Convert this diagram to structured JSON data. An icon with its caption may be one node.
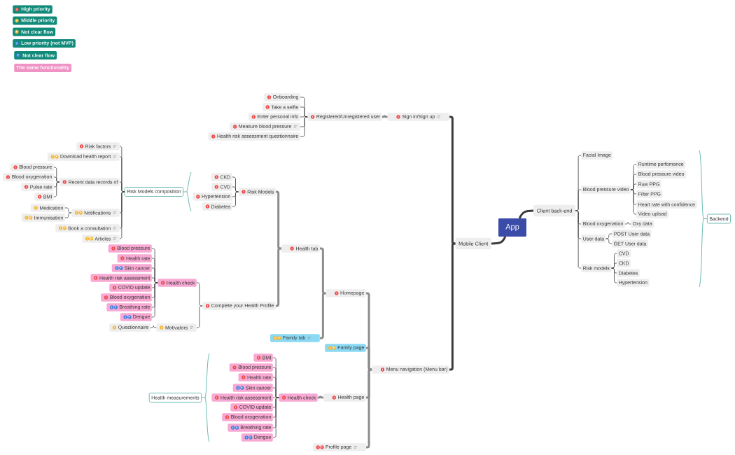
{
  "diagram": {
    "nodes": [
      {
        "text": [
          "App"
        ]
      },
      {
        "text": [
          "Mobile Client"
        ]
      },
      {
        "text": [
          "Sign in/Sign up"
        ]
      },
      {
        "text": [
          "Registered/Unregistered user"
        ]
      },
      {
        "text": [
          "Onboarding"
        ]
      },
      {
        "text": [
          "Take a selfie"
        ]
      },
      {
        "text": [
          "Enter personal info"
        ]
      },
      {
        "text": [
          "Measure blood pressure"
        ]
      },
      {
        "text": [
          "Health risk assessment questionnaire"
        ]
      },
      {
        "text": [
          "Menu navigation (Menu bar)"
        ]
      },
      {
        "text": [
          "Homepage"
        ]
      },
      {
        "text": [
          "Health tab"
        ]
      },
      {
        "text": [
          "Risk Models"
        ]
      },
      {
        "text": [
          "CKD"
        ]
      },
      {
        "text": [
          "CVD"
        ]
      },
      {
        "text": [
          "Hypertension"
        ]
      },
      {
        "text": [
          "Diabetes"
        ]
      },
      {
        "text": [
          "Risk Models composition"
        ]
      },
      {
        "text": [
          "Risk factors"
        ]
      },
      {
        "text": [
          "Download health report"
        ]
      },
      {
        "text": [
          "Recent data records of"
        ]
      },
      {
        "text": [
          "Blood pressure"
        ]
      },
      {
        "text": [
          "Blood oxygenation"
        ]
      },
      {
        "text": [
          "Pulse rate"
        ]
      },
      {
        "text": [
          "BMI"
        ]
      },
      {
        "text": [
          "Notifications"
        ]
      },
      {
        "text": [
          "Medication"
        ]
      },
      {
        "text": [
          "Immunisation"
        ]
      },
      {
        "text": [
          "Book a consultation"
        ]
      },
      {
        "text": [
          "Articles"
        ]
      },
      {
        "text": [
          "Complete your Health Profile"
        ]
      },
      {
        "text": [
          "Health check"
        ]
      },
      {
        "text": [
          "Blood pressure"
        ]
      },
      {
        "text": [
          "Health rate"
        ]
      },
      {
        "text": [
          "Skin cancer"
        ]
      },
      {
        "text": [
          "Health risk assessment"
        ]
      },
      {
        "text": [
          "COVID update"
        ]
      },
      {
        "text": [
          "Blood oxygenation"
        ]
      },
      {
        "text": [
          "Breathing rate"
        ]
      },
      {
        "text": [
          "Dengue"
        ]
      },
      {
        "text": [
          "Motivators"
        ]
      },
      {
        "text": [
          "Questionnaire"
        ]
      },
      {
        "text": [
          "Family tab"
        ]
      },
      {
        "text": [
          "Family page"
        ]
      },
      {
        "text": [
          "Health page"
        ]
      },
      {
        "text": [
          "Health check"
        ]
      },
      {
        "text": [
          "BMI"
        ]
      },
      {
        "text": [
          "Blood pressure"
        ]
      },
      {
        "text": [
          "Health rate"
        ]
      },
      {
        "text": [
          "Skin cancer"
        ]
      },
      {
        "text": [
          "Health risk assessment"
        ]
      },
      {
        "text": [
          "COVID update"
        ]
      },
      {
        "text": [
          "Blood oxygenation"
        ]
      },
      {
        "text": [
          "Breathing rate"
        ]
      },
      {
        "text": [
          "Dengue"
        ]
      },
      {
        "text": [
          "Health measurements"
        ]
      },
      {
        "text": [
          "Profile page"
        ]
      },
      {
        "text": [
          "Client back-end"
        ]
      },
      {
        "text": [
          "Facial Image"
        ]
      },
      {
        "text": [
          "Blood pressure video"
        ]
      },
      {
        "text": [
          "Runtime perfomance"
        ]
      },
      {
        "text": [
          "Blood pressure video"
        ]
      },
      {
        "text": [
          "Raw PPG"
        ]
      },
      {
        "text": [
          "Filter PPG"
        ]
      },
      {
        "text": [
          "Heart rate with confidence"
        ]
      },
      {
        "text": [
          "Video upload"
        ]
      },
      {
        "text": [
          "Blood oxygenation"
        ]
      },
      {
        "text": [
          "Oxy data"
        ]
      },
      {
        "text": [
          "User data"
        ]
      },
      {
        "text": [
          "POST User data"
        ]
      },
      {
        "text": [
          "GET User data"
        ]
      },
      {
        "text": [
          "Risk models"
        ]
      },
      {
        "text": [
          "CVD"
        ]
      },
      {
        "text": [
          "CKD"
        ]
      },
      {
        "text": [
          "Diabetes"
        ]
      },
      {
        "text": [
          "Hypertension"
        ]
      },
      {
        "text": [
          "Backend"
        ]
      }
    ],
    "edges": [
      {
        "from": 0,
        "to": 1,
        "arrow": "none",
        "style": "thick"
      },
      {
        "from": 0,
        "to": 57,
        "arrow": "none",
        "style": "thick"
      },
      {
        "from": 1,
        "to": 2,
        "arrow": "none",
        "style": "thick"
      },
      {
        "from": 1,
        "to": 9,
        "arrow": "none",
        "style": "thick"
      },
      {
        "from": 2,
        "to": 3,
        "arrow": "none",
        "style": "thick",
        "color": "#8c8c8c"
      },
      {
        "from": 3,
        "to": 4,
        "arrow": "none"
      },
      {
        "from": 3,
        "to": 5,
        "arrow": "none"
      },
      {
        "from": 3,
        "to": 6,
        "arrow": "none"
      },
      {
        "from": 3,
        "to": 7,
        "arrow": "none"
      },
      {
        "from": 3,
        "to": 8,
        "arrow": "none"
      },
      {
        "from": 9,
        "to": 10,
        "arrow": "none",
        "style": "thick",
        "color": "#8c8c8c"
      },
      {
        "from": 9,
        "to": 43,
        "arrow": "none",
        "style": "thick",
        "color": "#8c8c8c"
      },
      {
        "from": 9,
        "to": 44,
        "arrow": "none",
        "style": "thick",
        "color": "#8c8c8c"
      },
      {
        "from": 9,
        "to": 56,
        "arrow": "none",
        "style": "thick",
        "color": "#8c8c8c"
      },
      {
        "from": 10,
        "to": 11,
        "arrow": "none",
        "style": "thick",
        "color": "#8c8c8c"
      },
      {
        "from": 10,
        "to": 42,
        "arrow": "none",
        "style": "thick",
        "color": "#8c8c8c"
      },
      {
        "from": 11,
        "to": 12,
        "arrow": "none",
        "style": "thick",
        "color": "#8c8c8c"
      },
      {
        "from": 11,
        "to": 30,
        "arrow": "none",
        "style": "thick",
        "color": "#8c8c8c"
      },
      {
        "from": 12,
        "to": 13,
        "arrow": "none"
      },
      {
        "from": 12,
        "to": 14,
        "arrow": "none"
      },
      {
        "from": 12,
        "to": 15,
        "arrow": "none"
      },
      {
        "from": 12,
        "to": 16,
        "arrow": "none"
      },
      {
        "from": 17,
        "to": 18,
        "arrow": "none"
      },
      {
        "from": 17,
        "to": 19,
        "arrow": "none"
      },
      {
        "from": 17,
        "to": 20,
        "arrow": "none"
      },
      {
        "from": 17,
        "to": 25,
        "arrow": "none"
      },
      {
        "from": 17,
        "to": 28,
        "arrow": "none"
      },
      {
        "from": 17,
        "to": 29,
        "arrow": "none"
      },
      {
        "from": 20,
        "to": 21,
        "arrow": "none"
      },
      {
        "from": 20,
        "to": 22,
        "arrow": "none"
      },
      {
        "from": 20,
        "to": 23,
        "arrow": "none"
      },
      {
        "from": 20,
        "to": 24,
        "arrow": "none"
      },
      {
        "from": 25,
        "to": 26,
        "arrow": "none"
      },
      {
        "from": 25,
        "to": 27,
        "arrow": "none"
      },
      {
        "from": 30,
        "to": 31,
        "arrow": "none"
      },
      {
        "from": 30,
        "to": 40,
        "arrow": "none"
      },
      {
        "from": 31,
        "to": 32,
        "arrow": "none"
      },
      {
        "from": 31,
        "to": 33,
        "arrow": "none"
      },
      {
        "from": 31,
        "to": 34,
        "arrow": "none"
      },
      {
        "from": 31,
        "to": 35,
        "arrow": "none"
      },
      {
        "from": 31,
        "to": 36,
        "arrow": "none"
      },
      {
        "from": 31,
        "to": 37,
        "arrow": "none"
      },
      {
        "from": 31,
        "to": 38,
        "arrow": "none"
      },
      {
        "from": 31,
        "to": 39,
        "arrow": "none"
      },
      {
        "from": 40,
        "to": 41,
        "arrow": "none"
      },
      {
        "from": 44,
        "to": 45,
        "arrow": "none",
        "style": "thick",
        "color": "#8c8c8c"
      },
      {
        "from": 45,
        "to": 46,
        "arrow": "none"
      },
      {
        "from": 45,
        "to": 47,
        "arrow": "none"
      },
      {
        "from": 45,
        "to": 48,
        "arrow": "none"
      },
      {
        "from": 45,
        "to": 49,
        "arrow": "none"
      },
      {
        "from": 45,
        "to": 50,
        "arrow": "none"
      },
      {
        "from": 45,
        "to": 51,
        "arrow": "none"
      },
      {
        "from": 45,
        "to": 52,
        "arrow": "none"
      },
      {
        "from": 45,
        "to": 53,
        "arrow": "none"
      },
      {
        "from": 45,
        "to": 54,
        "arrow": "none"
      },
      {
        "from": 57,
        "to": 58,
        "arrow": "none"
      },
      {
        "from": 57,
        "to": 59,
        "arrow": "none"
      },
      {
        "from": 57,
        "to": 66,
        "arrow": "none"
      },
      {
        "from": 57,
        "to": 68,
        "arrow": "none"
      },
      {
        "from": 57,
        "to": 71,
        "arrow": "none"
      },
      {
        "from": 59,
        "to": 60,
        "arrow": "none"
      },
      {
        "from": 59,
        "to": 61,
        "arrow": "none"
      },
      {
        "from": 59,
        "to": 62,
        "arrow": "none"
      },
      {
        "from": 59,
        "to": 63,
        "arrow": "none"
      },
      {
        "from": 59,
        "to": 64,
        "arrow": "none"
      },
      {
        "from": 59,
        "to": 65,
        "arrow": "none"
      },
      {
        "from": 66,
        "to": 67,
        "arrow": "none"
      },
      {
        "from": 68,
        "to": 69,
        "arrow": "none"
      },
      {
        "from": 68,
        "to": 70,
        "arrow": "none"
      },
      {
        "from": 71,
        "to": 72,
        "arrow": "none"
      },
      {
        "from": 71,
        "to": 73,
        "arrow": "none"
      },
      {
        "from": 71,
        "to": 74,
        "arrow": "none"
      },
      {
        "from": 71,
        "to": 75,
        "arrow": "none"
      }
    ],
    "legend": [
      {
        "text": "High priority"
      },
      {
        "text": "Middle priority"
      },
      {
        "text": "Not clear flow"
      },
      {
        "text": "Low priority (not MVP)"
      },
      {
        "text": "Not clear flow"
      },
      {
        "text": "The same functionality",
        "color": "#ef93c5"
      }
    ]
  }
}
